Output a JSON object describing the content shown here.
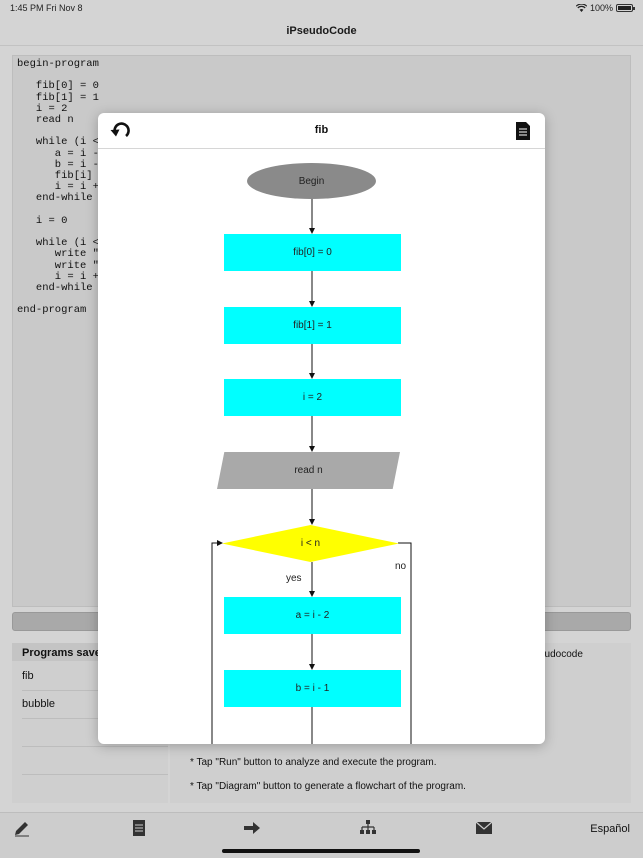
{
  "status": {
    "time": "1:45 PM",
    "date": "Fri Nov 8",
    "battery": "100%"
  },
  "nav": {
    "title": "iPseudoCode"
  },
  "editor": {
    "code": "begin-program\n\n   fib[0] = 0\n   fib[1] = 1\n   i = 2\n   read n\n\n   while (i <\n      a = i -\n      b = i -\n      fib[i]\n      i = i +\n   end-while\n\n   i = 0\n\n   while (i <\n      write \"\n      write \"\n      i = i +\n   end-while\n\nend-program"
  },
  "saved": {
    "header": "Programs save",
    "items": [
      "fib",
      "bubble",
      "",
      ""
    ]
  },
  "info": {
    "title": "eudocode",
    "tips": [
      "* Tap \"Run\" button to analyze and execute the program.",
      "* Tap \"Diagram\" button to generate a flowchart of the program."
    ]
  },
  "toolbar": {
    "language": "Español",
    "icons": [
      "pencil-icon",
      "document-icon",
      "arrow-right-icon",
      "hierarchy-icon",
      "envelope-icon"
    ]
  },
  "modal": {
    "title": "fib",
    "nodes": {
      "begin": "Begin",
      "s1": "fib[0] = 0",
      "s2": "fib[1] = 1",
      "s3": "i = 2",
      "read": "read n",
      "cond": "i < n",
      "s4": "a = i - 2",
      "s5": "b = i - 1"
    },
    "yes_label": "yes",
    "no_label": "no"
  },
  "colors": {
    "process": "#00ffff",
    "decision": "#ffff00",
    "terminal": "#8a8a8a",
    "io": "#a9a9a9"
  }
}
